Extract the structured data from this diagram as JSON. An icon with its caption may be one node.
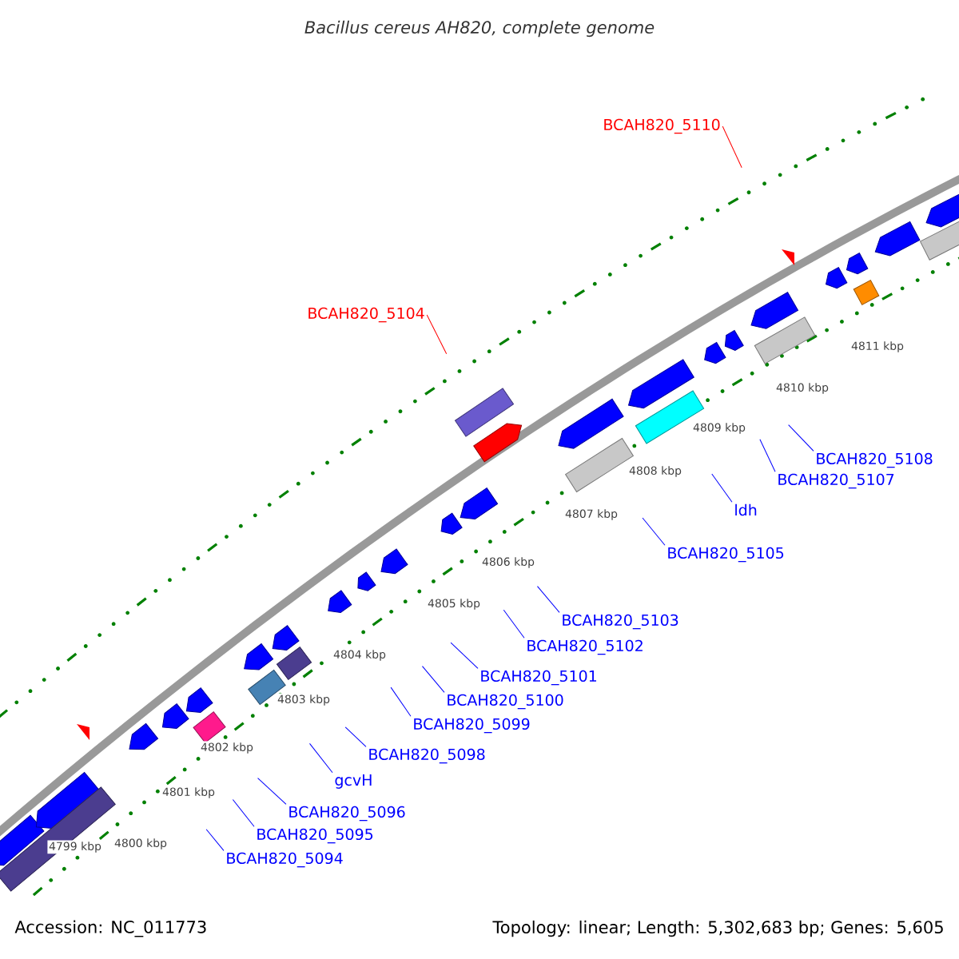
{
  "diagram": {
    "title": "*Bacillus cereus* AH820, complete genome",
    "nodes": [
      {
        "text": [
          "BCAH820_5110"
        ]
      },
      {
        "text": [
          "BCAH820_5104"
        ]
      },
      {
        "text": [
          "BCAH820_5108"
        ]
      },
      {
        "text": [
          "BCAH820_5107"
        ]
      },
      {
        "text": [
          "ldh"
        ]
      },
      {
        "text": [
          "BCAH820_5105"
        ]
      },
      {
        "text": [
          "BCAH820_5103"
        ]
      },
      {
        "text": [
          "BCAH820_5102"
        ]
      },
      {
        "text": [
          "BCAH820_5101"
        ]
      },
      {
        "text": [
          "BCAH820_5100"
        ]
      },
      {
        "text": [
          "BCAH820_5099"
        ]
      },
      {
        "text": [
          "BCAH820_5098"
        ]
      },
      {
        "text": [
          "gcvH"
        ]
      },
      {
        "text": [
          "BCAH820_5096"
        ]
      },
      {
        "text": [
          "BCAH820_5095"
        ]
      },
      {
        "text": [
          "BCAH820_5094"
        ]
      }
    ],
    "edges": [
      {
        "from": 0,
        "to": null,
        "arrow": "none",
        "color": "#ff0000"
      },
      {
        "from": 1,
        "to": null,
        "arrow": "none",
        "color": "#ff0000"
      },
      {
        "from": 2,
        "to": null,
        "arrow": "none"
      },
      {
        "from": 3,
        "to": null,
        "arrow": "none"
      },
      {
        "from": 4,
        "to": null,
        "arrow": "none"
      },
      {
        "from": 5,
        "to": null,
        "arrow": "none"
      },
      {
        "from": 6,
        "to": null,
        "arrow": "none"
      },
      {
        "from": 7,
        "to": null,
        "arrow": "none"
      },
      {
        "from": 8,
        "to": null,
        "arrow": "none"
      },
      {
        "from": 9,
        "to": null,
        "arrow": "none"
      },
      {
        "from": 10,
        "to": null,
        "arrow": "none"
      },
      {
        "from": 11,
        "to": null,
        "arrow": "none"
      },
      {
        "from": 12,
        "to": null,
        "arrow": "none"
      },
      {
        "from": 13,
        "to": null,
        "arrow": "none"
      },
      {
        "from": 14,
        "to": null,
        "arrow": "none"
      },
      {
        "from": 15,
        "to": null,
        "arrow": "none"
      }
    ],
    "labels": [
      "4811 kbp",
      "4810 kbp",
      "4809 kbp",
      "4808 kbp",
      "4807 kbp",
      "4806 kbp",
      "4805 kbp",
      "4804 kbp",
      "4803 kbp",
      "4802 kbp",
      "4801 kbp",
      "4800 kbp",
      "4799 kbp",
      "Accession: NC_011773",
      "Topology: linear; Length: 5,302,683 bp; Genes: 5,605"
    ]
  }
}
